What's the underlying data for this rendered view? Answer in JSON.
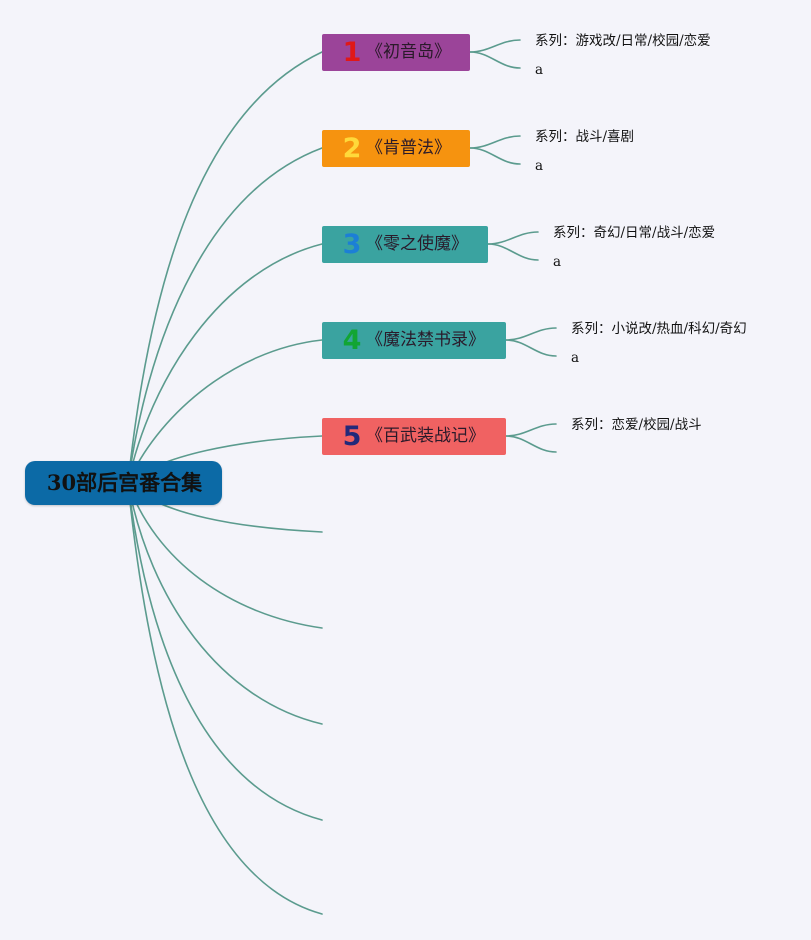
{
  "root": {
    "label": "30部后宫番合集"
  },
  "topics": [
    {
      "number": "1",
      "title": "《初音岛》",
      "series": "系列：游戏改/日常/校园/恋爱",
      "note": "a"
    },
    {
      "number": "2",
      "title": "《肯普法》",
      "series": "系列：战斗/喜剧",
      "note": "a"
    },
    {
      "number": "3",
      "title": "《零之使魔》",
      "series": "系列：奇幻/日常/战斗/恋爱",
      "note": "a"
    },
    {
      "number": "4",
      "title": "《魔法禁书录》",
      "series": "系列：小说改/热血/科幻/奇幻",
      "note": "a"
    },
    {
      "number": "5",
      "title": "《百武装战记》",
      "series": "系列：恋爱/校园/战斗",
      "note": ""
    }
  ],
  "colors": {
    "connector": "#5b9b8e",
    "root": "#0c6aa6",
    "background": "#f4f4fa"
  }
}
